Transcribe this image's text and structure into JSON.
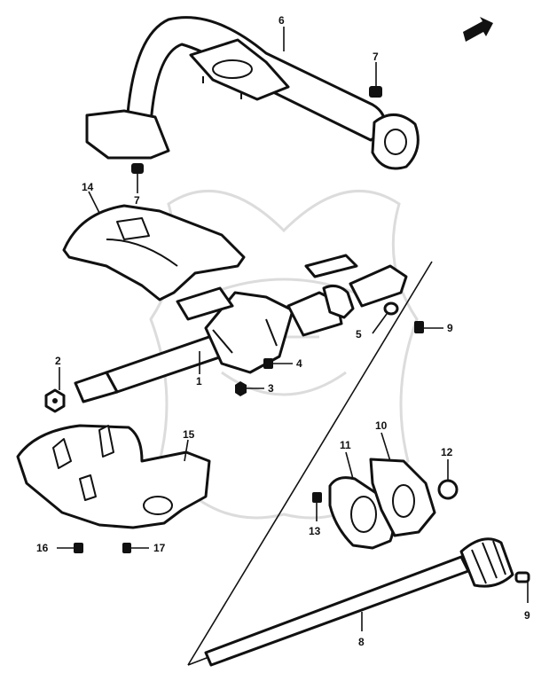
{
  "diagram": {
    "callouts": {
      "c1": "1",
      "c2": "2",
      "c3": "3",
      "c4": "4",
      "c5": "5",
      "c6": "6",
      "c7a": "7",
      "c7b": "7",
      "c8": "8",
      "c9a": "9",
      "c9b": "9",
      "c10": "10",
      "c11": "11",
      "c12": "12",
      "c13": "13",
      "c14": "14",
      "c15": "15",
      "c16": "16",
      "c17": "17"
    }
  }
}
